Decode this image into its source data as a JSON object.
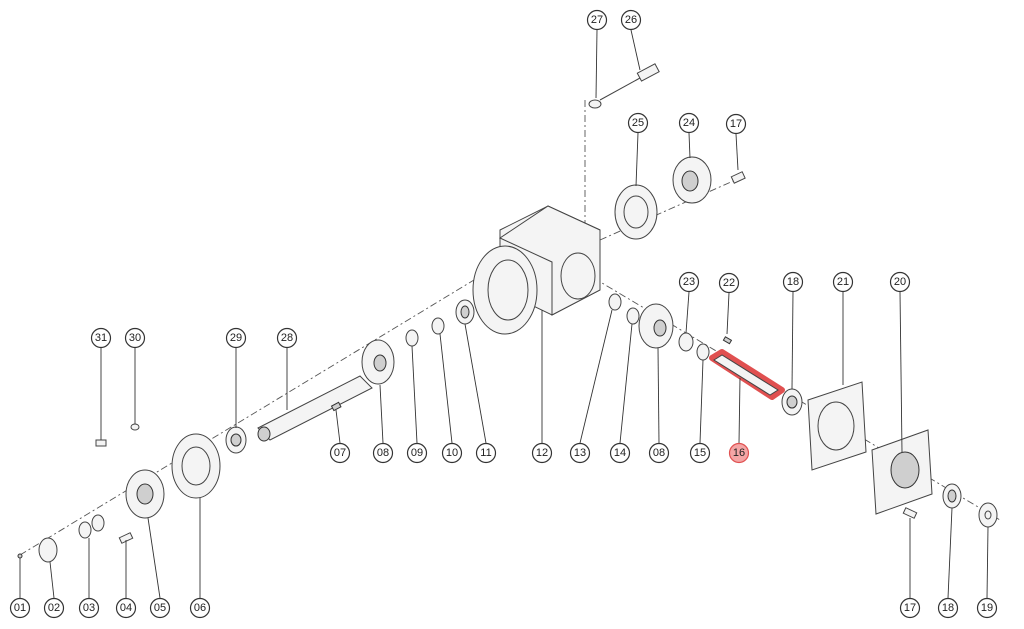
{
  "callouts": {
    "c27": "27",
    "c26": "26",
    "c25": "25",
    "c24": "24",
    "c17a": "17",
    "c23": "23",
    "c22": "22",
    "c18a": "18",
    "c21": "21",
    "c20": "20",
    "c31": "31",
    "c30": "30",
    "c29": "29",
    "c28": "28",
    "c07": "07",
    "c08a": "08",
    "c09": "09",
    "c10": "10",
    "c11": "11",
    "c12": "12",
    "c13": "13",
    "c14": "14",
    "c08b": "08",
    "c15": "15",
    "c16": "16",
    "c01": "01",
    "c02": "02",
    "c03": "03",
    "c04": "04",
    "c05": "05",
    "c06": "06",
    "c17b": "17",
    "c18b": "18",
    "c19": "19"
  },
  "highlight": {
    "part": "16",
    "color": "#f4a5a5",
    "stroke": "#e05050"
  }
}
